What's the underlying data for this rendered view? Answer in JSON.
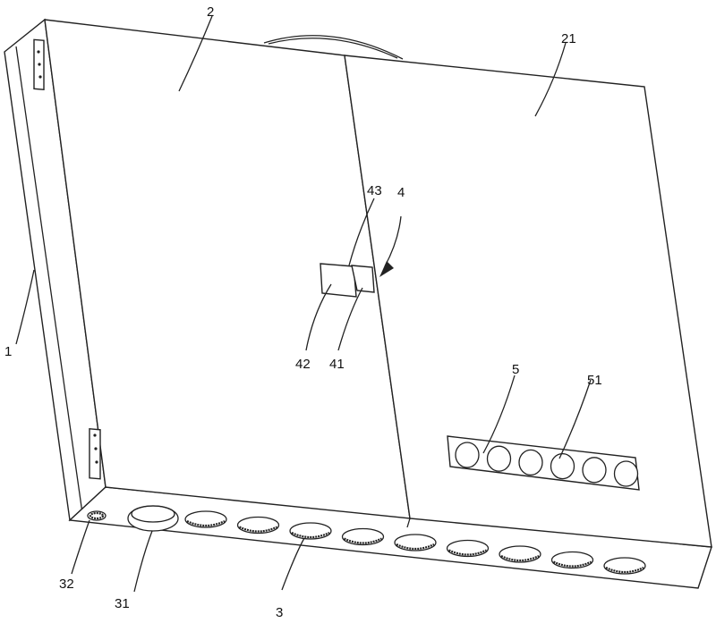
{
  "labels": {
    "door_left": "2",
    "door_right": "21",
    "lock_top": "43",
    "lock_assembly": "4",
    "side_body": "1",
    "lock_plate": "42",
    "lock_block": "41",
    "socket_panel": "5",
    "socket_hole": "51",
    "small_hole": "32",
    "big_foot": "31",
    "feet": "3"
  }
}
